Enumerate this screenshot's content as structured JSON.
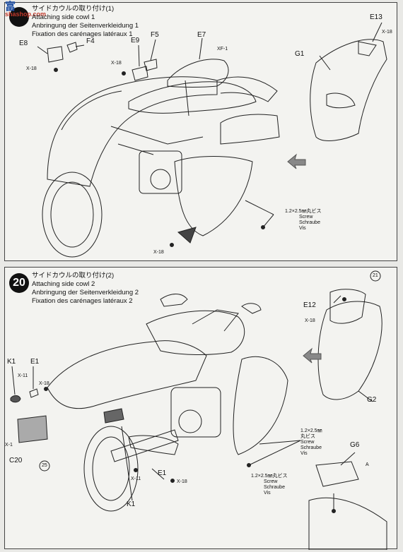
{
  "watermark": {
    "big": "富",
    "small": "shashop.com"
  },
  "step19": {
    "number": "",
    "title_jp": "サイドカウルの取り付け(1)",
    "title_en": "Attaching side cowl 1",
    "title_de": "Anbringung der Seitenverkleidung 1",
    "title_fr": "Fixation des carénages latéraux 1",
    "parts": {
      "e8": "E8",
      "f4": "F4",
      "e9": "E9",
      "f5": "F5",
      "e7": "E7",
      "e13": "E13",
      "g1": "G1",
      "x18a": "X-18",
      "x18b": "X-18",
      "x18c": "X-18",
      "xf1": "XF-1",
      "x18d": "X-18"
    },
    "screw": {
      "size": "1.2×2.5㎜丸ビス",
      "en": "Screw",
      "de": "Schraube",
      "fr": "Vis"
    }
  },
  "step20": {
    "number": "20",
    "title_jp": "サイドカウルの取り付け(2)",
    "title_en": "Attaching side cowl 2",
    "title_de": "Anbringung der Seitenverkleidung 2",
    "title_fr": "Fixation des carénages latéraux 2",
    "parts": {
      "e12": "E12",
      "x18a": "X-18",
      "g2": "G2",
      "k1a": "K1",
      "e1a": "E1",
      "x11a": "X-11",
      "x18b": "X-18",
      "x1": "X-1",
      "c20": "C20",
      "ref25": "25",
      "ref21": "21",
      "e1b": "E1",
      "x11b": "X-11",
      "x18c": "X-18",
      "k1b": "K1",
      "g6": "G6",
      "a": "A"
    },
    "screw1": {
      "size": "1.2×2.5㎜",
      "size2": "丸ビス",
      "en": "Screw",
      "de": "Schraube",
      "fr": "Vis"
    },
    "screw2": {
      "size": "1.2×2.5㎜丸ビス",
      "en": "Screw",
      "de": "Schraube",
      "fr": "Vis"
    }
  }
}
